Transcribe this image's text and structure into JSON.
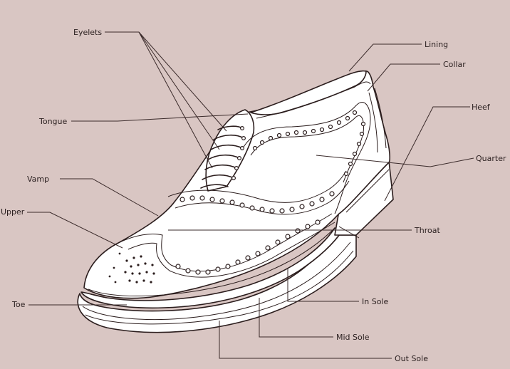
{
  "colors": {
    "background": "#d9c6c3",
    "ink": "#2b1d1d",
    "shoe_fill": "#ffffff"
  },
  "labels": {
    "eyelets": "Eyelets",
    "lining": "Lining",
    "collar": "Collar",
    "tongue": "Tongue",
    "heel": "Heef",
    "quarter": "Quarter",
    "vamp": "Vamp",
    "upper": "Upper",
    "throat": "Throat",
    "toe": "Toe",
    "in_sole": "In Sole",
    "mid_sole": "Mid Sole",
    "out_sole": "Out Sole"
  }
}
